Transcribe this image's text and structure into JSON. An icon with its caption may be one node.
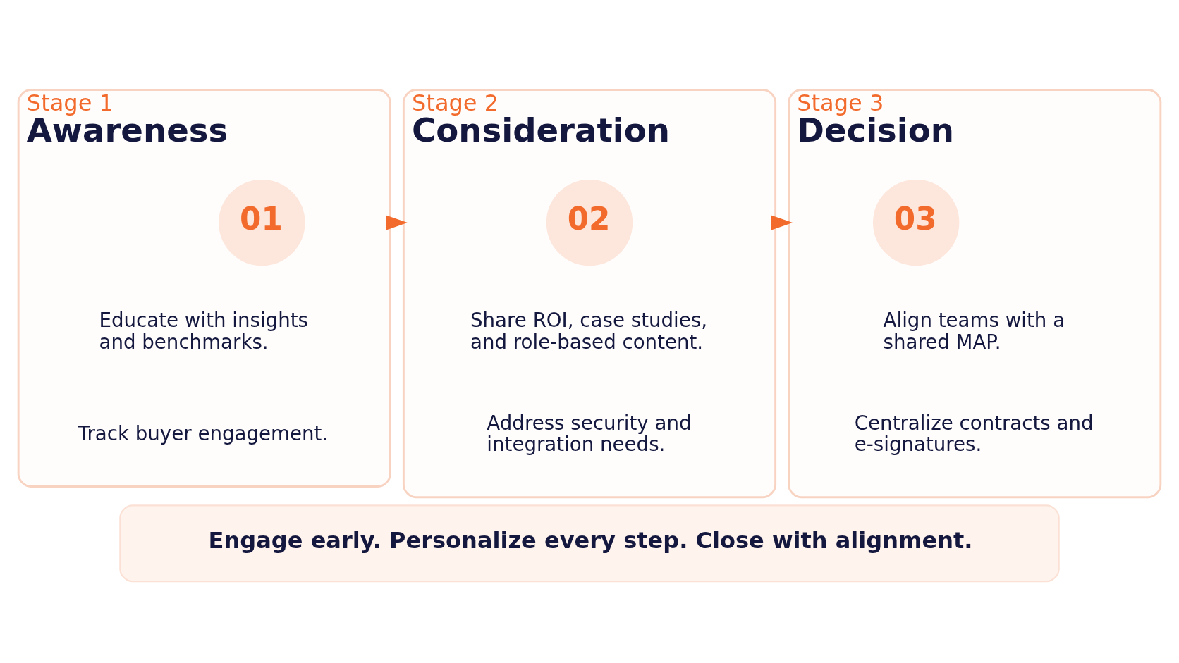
{
  "diagram": {
    "nodes": [
      {
        "text": [
          "Stage 1",
          "Awareness"
        ]
      },
      {
        "text": [
          "01"
        ],
        "in": 0
      },
      {
        "text": [
          "Educate with insights and benchmarks."
        ],
        "in": 0
      },
      {
        "text": [
          "Track buyer engagement."
        ],
        "in": 0
      },
      {
        "text": [
          "Stage 2",
          "Consideration"
        ]
      },
      {
        "text": [
          "02"
        ],
        "in": 4
      },
      {
        "text": [
          "Share ROI, case studies, and role-based content."
        ],
        "in": 4
      },
      {
        "text": [
          "Address security and integration needs."
        ],
        "in": 4
      },
      {
        "text": [
          "Stage 3",
          "Decision"
        ]
      },
      {
        "text": [
          "03"
        ],
        "in": 8
      },
      {
        "text": [
          "Align teams with a shared MAP."
        ],
        "in": 8
      },
      {
        "text": [
          "Centralize contracts and e-signatures."
        ],
        "in": 8
      },
      {
        "text": [
          "Engage early. Personalize every step. Close with alignment."
        ]
      }
    ],
    "edges": [
      {
        "from": 0,
        "to": 4,
        "arrow": "to"
      },
      {
        "from": 4,
        "to": 8,
        "arrow": "to"
      }
    ]
  }
}
